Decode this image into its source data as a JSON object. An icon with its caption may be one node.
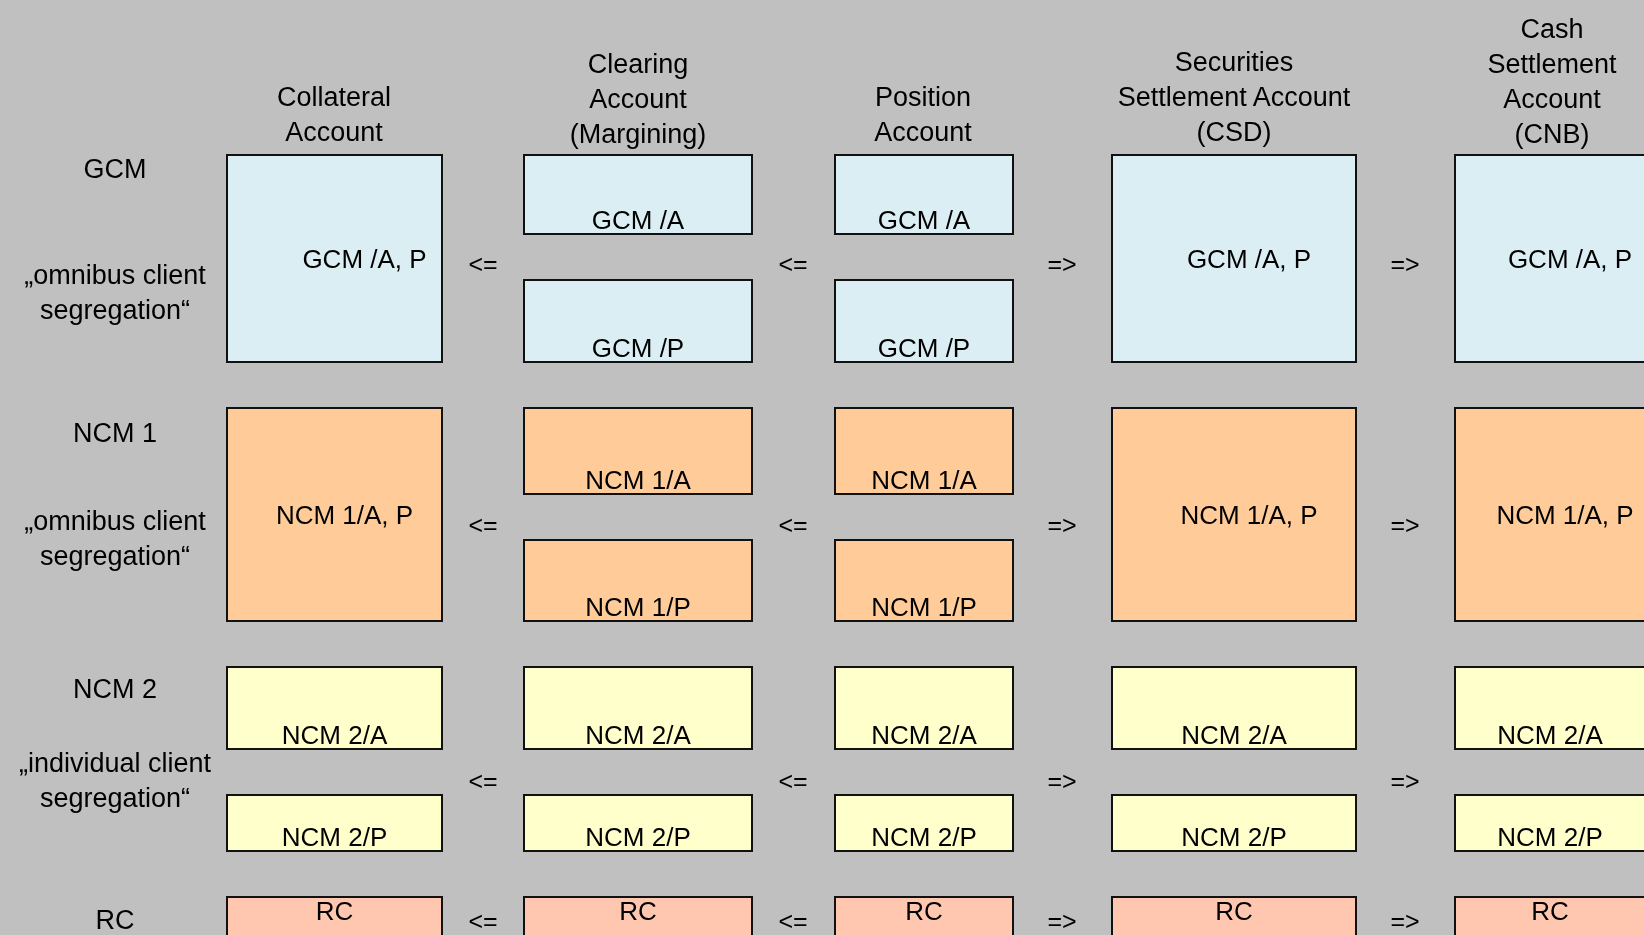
{
  "diagram": {
    "nodes": [
      {
        "text": [
          "GCM /A, P"
        ]
      },
      {
        "text": [
          "GCM /A"
        ]
      },
      {
        "text": [
          "GCM /A"
        ]
      },
      {
        "text": [
          "GCM /A, P"
        ]
      },
      {
        "text": [
          "GCM /A, P"
        ]
      },
      {
        "text": [
          "GCM /P"
        ]
      },
      {
        "text": [
          "GCM /P"
        ]
      },
      {
        "text": [
          "NCM 1/A, P"
        ]
      },
      {
        "text": [
          "NCM 1/A"
        ]
      },
      {
        "text": [
          "NCM 1/A"
        ]
      },
      {
        "text": [
          "NCM 1/A, P"
        ]
      },
      {
        "text": [
          "NCM 1/A, P"
        ]
      },
      {
        "text": [
          "NCM 1/P"
        ]
      },
      {
        "text": [
          "NCM 1/P"
        ]
      },
      {
        "text": [
          "NCM 2/A"
        ]
      },
      {
        "text": [
          "NCM 2/A"
        ]
      },
      {
        "text": [
          "NCM 2/A"
        ]
      },
      {
        "text": [
          "NCM 2/A"
        ]
      },
      {
        "text": [
          "NCM 2/A"
        ]
      },
      {
        "text": [
          "NCM 2/P"
        ]
      },
      {
        "text": [
          "NCM 2/P"
        ]
      },
      {
        "text": [
          "NCM 2/P"
        ]
      },
      {
        "text": [
          "NCM 2/P"
        ]
      },
      {
        "text": [
          "NCM 2/P"
        ]
      },
      {
        "text": [
          "RC"
        ]
      },
      {
        "text": [
          "RC"
        ]
      },
      {
        "text": [
          "RC"
        ]
      },
      {
        "text": [
          "RC"
        ]
      },
      {
        "text": [
          "RC"
        ]
      }
    ],
    "labels": [
      "Collateral Account",
      "Clearing Account (Margining)",
      "Position Account",
      "Securities Settlement Account (CSD)",
      "Cash Settlement Account (CNB)",
      "GCM",
      "„omnibus client segregation“",
      "<=",
      "<=",
      "=>",
      "=>",
      "NCM 1",
      "„omnibus client segregation“",
      "<=",
      "<=",
      "=>",
      "=>",
      "NCM 2",
      "„individual client segregation“",
      "<=",
      "<=",
      "=>",
      "=>",
      "RC",
      "<=",
      "<=",
      "=>",
      "=>"
    ]
  }
}
